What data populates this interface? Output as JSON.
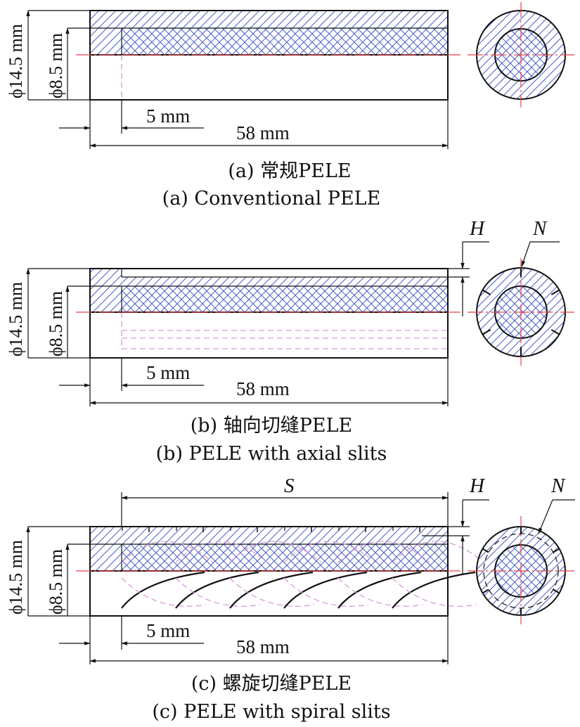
{
  "dimensions": {
    "outer_diameter": "ϕ14.5 mm",
    "inner_diameter": "ϕ8.5 mm",
    "head_length": "5 mm",
    "total_length": "58 mm"
  },
  "symbols": {
    "slit_depth": "H",
    "slit_count": "N",
    "spiral_length": "S"
  },
  "panels": [
    {
      "caption_cn": "(a) 常规PELE",
      "caption_en": "(a) Conventional PELE"
    },
    {
      "caption_cn": "(b) 轴向切缝PELE",
      "caption_en": "(b) PELE with axial slits"
    },
    {
      "caption_cn": "(c) 螺旋切缝PELE",
      "caption_en": "(c) PELE with spiral slits"
    }
  ],
  "colors": {
    "jacket_hatch": "#4a5fc4",
    "core_crosshatch": "#4a5fc4",
    "centerline": "#e8424a",
    "hidden_line": "#d79ad8"
  }
}
